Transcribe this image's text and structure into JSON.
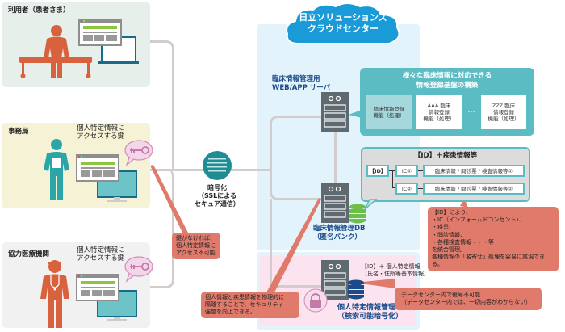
{
  "actors": {
    "user": {
      "title": "利用者（患者さま）"
    },
    "office": {
      "title": "事務局",
      "key_label": "個人特定情報に\nアクセスする鍵"
    },
    "partner": {
      "title": "協力医療機関",
      "key_label": "個人特定情報に\nアクセスする鍵"
    }
  },
  "encryption": {
    "label": "暗号化\n（SSLによる\nセキュア通信）"
  },
  "cloud": {
    "title": "日立ソリューションズ\nクラウドセンター"
  },
  "web_server": {
    "label": "臨床情報管理用\nWEB/APP サーバ"
  },
  "platform": {
    "title": "様々な臨床情報に対応できる\n情報登録基盤の構築",
    "modules": [
      "臨床情報登録\n機能（処理）",
      "AAA 臨床\n情報登録\n機能（処理）",
      "ZZZ 臨床\n情報登録\n機能（処理）"
    ],
    "ellipsis": "…"
  },
  "disease_info": {
    "title": "【ID】＋疾患情報等",
    "id_label": "【ID】",
    "ic_rows": [
      {
        "ic": "IC①",
        "info": "臨床情報 / 問診票 / 検査情報等①"
      },
      {
        "ic": "IC②",
        "info": "臨床情報 / 問診票 / 検査情報等②"
      }
    ]
  },
  "clinical_db": {
    "label": "臨床情報管理DB\n（匿名バンク）"
  },
  "personal_db": {
    "label": "個人特定情報管理 DB\n（検索可能暗号化）",
    "content": "【ID】＋ 個人特定情報\n（氏名・住所等基本情報）"
  },
  "callouts": {
    "no_key": "鍵がなければ、\n個人特定情報に\nアクセス不可能",
    "id_integration": "【ID】により、\n・IC（インフォームドコンセント）、\n・疾患、\n・問診情報、\n・各種検査情報・・・等\nを統合管理。\n各種情報の「名寄せ」処理を容易に実現できる。",
    "separation": "個人情報と疾患情報を物理的に\n隔離することで、セキュリティ\n強度を向上できる。",
    "no_decrypt": "データセンター内で復号不可能\n（データセンター内では、一切内容がわからない）"
  },
  "colors": {
    "user_panel": "#e6efea",
    "office_panel": "#f6f2d5",
    "partner_panel": "#f1f1f1",
    "cloud_area": "#e2f3fb",
    "personal_area": "#fbe3ef",
    "accent_teal": "#5bbcc4",
    "callout_red": "#e07b6c",
    "person_orange": "#d9623e",
    "person_teal": "#2aa6a9",
    "cloud_blue": "#1a9bd7",
    "server_gray": "#5f6a70"
  }
}
